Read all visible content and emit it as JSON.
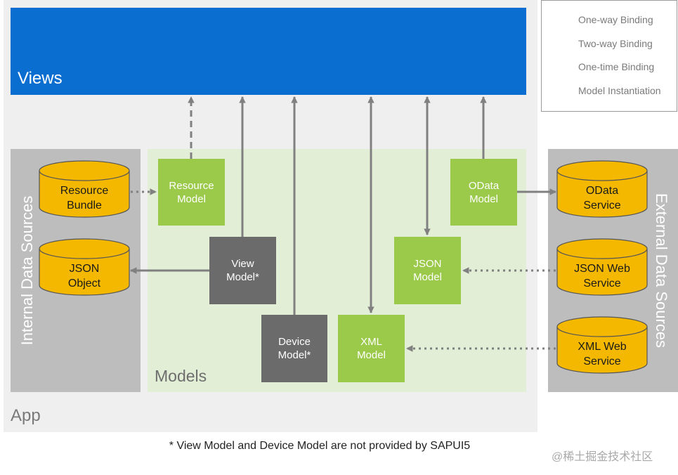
{
  "app": {
    "label": "App"
  },
  "views": {
    "label": "Views"
  },
  "internal": {
    "label": "Internal Data Sources",
    "resource_bundle": "Resource\nBundle",
    "json_object": "JSON\nObject"
  },
  "models": {
    "label": "Models",
    "resource_model": "Resource\nModel",
    "view_model": "View\nModel*",
    "device_model": "Device\nModel*",
    "xml_model": "XML\nModel",
    "json_model": "JSON\nModel",
    "odata_model": "OData\nModel"
  },
  "external": {
    "label": "External Data Sources",
    "odata_service": "OData\nService",
    "json_web_service": "JSON Web\nService",
    "xml_web_service": "XML Web\nService"
  },
  "legend": {
    "one_way": "One-way Binding",
    "two_way": "Two-way Binding",
    "one_time": "One-time Binding",
    "instantiation": "Model Instantiation"
  },
  "footnote": "* View Model and Device Model are not provided by SAPUI5",
  "watermark": "@稀土掘金技术社区",
  "colors": {
    "views": "#0a6ed1",
    "model_green": "#9bc94a",
    "model_gray": "#6b6b6b",
    "source_yellow": "#f5b800",
    "arrow": "#808080"
  }
}
